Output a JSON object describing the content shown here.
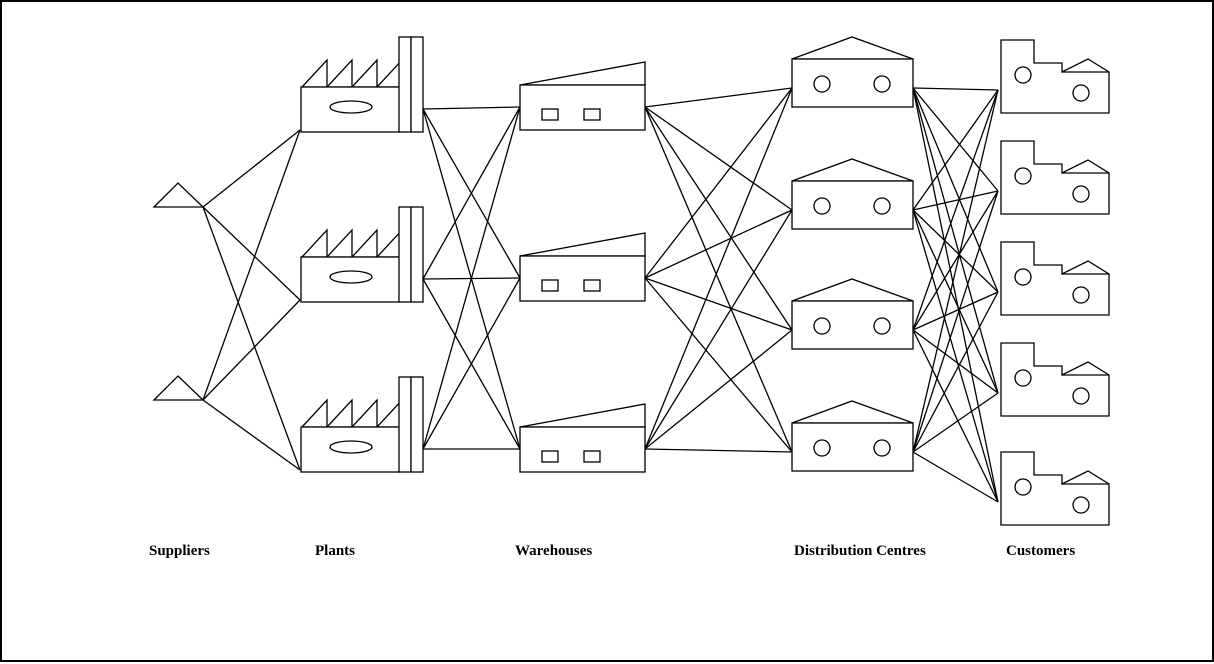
{
  "labels": {
    "suppliers": "Suppliers",
    "plants": "Plants",
    "warehouses": "Warehouses",
    "distribution_centres": "Distribution Centres",
    "customers": "Customers"
  },
  "stage_counts": {
    "suppliers": 2,
    "plants": 3,
    "warehouses": 3,
    "distribution_centres": 4,
    "customers": 5
  },
  "colors": {
    "stroke": "#000000",
    "fill": "#ffffff"
  }
}
